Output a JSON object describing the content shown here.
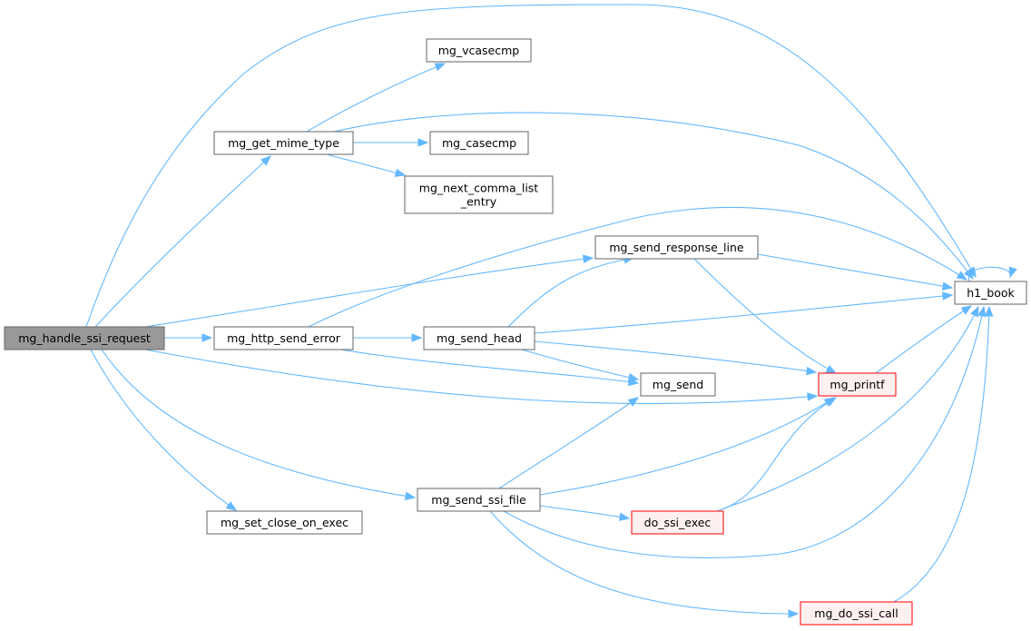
{
  "colors": {
    "edge": "#63b8ff",
    "node_border": "#666666",
    "node_fill": "#ffffff",
    "root_fill": "#999999",
    "root_border": "#666666",
    "truncated_border": "#ff0000",
    "truncated_fill": "#fff0f0"
  },
  "nodes": {
    "mg_handle_ssi_request": {
      "label": "mg_handle_ssi_request",
      "style": "root"
    },
    "mg_get_mime_type": {
      "label": "mg_get_mime_type",
      "style": "normal"
    },
    "mg_vcasecmp": {
      "label": "mg_vcasecmp",
      "style": "normal"
    },
    "mg_casecmp": {
      "label": "mg_casecmp",
      "style": "normal"
    },
    "mg_next_comma_list_entry": {
      "label": "mg_next_comma_list\n_entry",
      "style": "normal"
    },
    "mg_send_response_line": {
      "label": "mg_send_response_line",
      "style": "normal"
    },
    "h1_book": {
      "label": "h1_book",
      "style": "normal"
    },
    "mg_http_send_error": {
      "label": "mg_http_send_error",
      "style": "normal"
    },
    "mg_send_head": {
      "label": "mg_send_head",
      "style": "normal"
    },
    "mg_send": {
      "label": "mg_send",
      "style": "normal"
    },
    "mg_printf": {
      "label": "mg_printf",
      "style": "truncated"
    },
    "mg_send_ssi_file": {
      "label": "mg_send_ssi_file",
      "style": "normal"
    },
    "mg_set_close_on_exec": {
      "label": "mg_set_close_on_exec",
      "style": "normal"
    },
    "do_ssi_exec": {
      "label": "do_ssi_exec",
      "style": "truncated"
    },
    "mg_do_ssi_call": {
      "label": "mg_do_ssi_call",
      "style": "truncated"
    }
  },
  "edges": [
    {
      "from": "mg_handle_ssi_request",
      "to": "h1_book"
    },
    {
      "from": "mg_handle_ssi_request",
      "to": "mg_get_mime_type"
    },
    {
      "from": "mg_handle_ssi_request",
      "to": "mg_send_response_line"
    },
    {
      "from": "mg_handle_ssi_request",
      "to": "mg_http_send_error"
    },
    {
      "from": "mg_handle_ssi_request",
      "to": "mg_printf"
    },
    {
      "from": "mg_handle_ssi_request",
      "to": "mg_send_ssi_file"
    },
    {
      "from": "mg_handle_ssi_request",
      "to": "mg_set_close_on_exec"
    },
    {
      "from": "mg_get_mime_type",
      "to": "mg_vcasecmp"
    },
    {
      "from": "mg_get_mime_type",
      "to": "mg_casecmp"
    },
    {
      "from": "mg_get_mime_type",
      "to": "mg_next_comma_list_entry"
    },
    {
      "from": "mg_get_mime_type",
      "to": "h1_book"
    },
    {
      "from": "mg_send_response_line",
      "to": "h1_book"
    },
    {
      "from": "mg_send_response_line",
      "to": "mg_printf"
    },
    {
      "from": "mg_http_send_error",
      "to": "mg_send_head"
    },
    {
      "from": "mg_http_send_error",
      "to": "mg_send"
    },
    {
      "from": "mg_http_send_error",
      "to": "h1_book"
    },
    {
      "from": "mg_send_head",
      "to": "mg_send_response_line"
    },
    {
      "from": "mg_send_head",
      "to": "h1_book"
    },
    {
      "from": "mg_send_head",
      "to": "mg_printf"
    },
    {
      "from": "mg_send_head",
      "to": "mg_send"
    },
    {
      "from": "mg_printf",
      "to": "h1_book"
    },
    {
      "from": "mg_send_ssi_file",
      "to": "mg_send"
    },
    {
      "from": "mg_send_ssi_file",
      "to": "mg_printf"
    },
    {
      "from": "mg_send_ssi_file",
      "to": "do_ssi_exec"
    },
    {
      "from": "mg_send_ssi_file",
      "to": "h1_book"
    },
    {
      "from": "mg_send_ssi_file",
      "to": "mg_do_ssi_call"
    },
    {
      "from": "do_ssi_exec",
      "to": "mg_printf"
    },
    {
      "from": "do_ssi_exec",
      "to": "h1_book"
    },
    {
      "from": "mg_do_ssi_call",
      "to": "h1_book"
    },
    {
      "from": "h1_book",
      "to": "h1_book"
    }
  ]
}
